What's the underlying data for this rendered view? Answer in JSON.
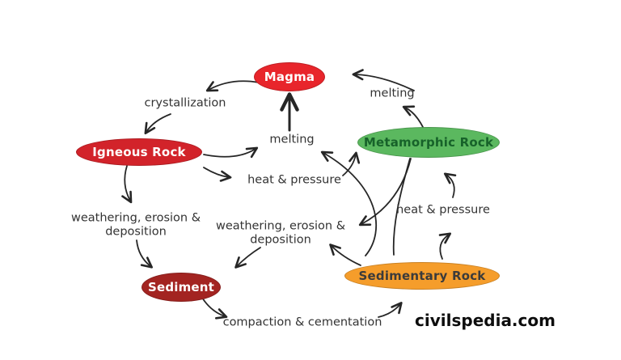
{
  "title": "Rock cycle diagram",
  "canvas": {
    "background": "#ffffff",
    "arrow_color": "#262626"
  },
  "watermark": {
    "text": "civilspedia.com"
  },
  "nodes": {
    "magma": {
      "label": "Magma",
      "fill": "#e8252b",
      "text": "#ffffff"
    },
    "igneous": {
      "label": "Igneous Rock",
      "fill": "#d2232a",
      "text": "#ffffff"
    },
    "metamorphic": {
      "label": "Metamorphic Rock",
      "fill": "#5bb85f",
      "text": "#17622a"
    },
    "sediment": {
      "label": "Sediment",
      "fill": "#a32421",
      "text": "#ffffff"
    },
    "sedimentary": {
      "label": "Sedimentary Rock",
      "fill": "#f59d2b",
      "text": "#3b3b3b"
    }
  },
  "labels": {
    "crystallization": "crystallization",
    "melting_center": "melting",
    "heat_pressure_center": "heat & pressure",
    "melting_top": "melting",
    "heat_pressure_right": "heat & pressure",
    "weathering_left_1": "weathering, erosion &",
    "weathering_left_2": "deposition",
    "weathering_center_1": "weathering, erosion &",
    "weathering_center_2": "deposition",
    "compaction": "compaction & cementation"
  },
  "edges": [
    {
      "from": "Magma",
      "to": "Igneous Rock",
      "via": "crystallization"
    },
    {
      "from": "Igneous Rock",
      "to": "Magma",
      "via": "melting"
    },
    {
      "from": "Igneous Rock",
      "to": "Metamorphic Rock",
      "via": "heat & pressure"
    },
    {
      "from": "Metamorphic Rock",
      "to": "Magma",
      "via": "melting"
    },
    {
      "from": "Igneous Rock",
      "to": "Sediment",
      "via": "weathering, erosion & deposition"
    },
    {
      "from": "Metamorphic Rock",
      "to": "Sediment",
      "via": "weathering, erosion & deposition"
    },
    {
      "from": "Sedimentary Rock",
      "to": "Sediment",
      "via": "weathering, erosion & deposition"
    },
    {
      "from": "Sediment",
      "to": "Sedimentary Rock",
      "via": "compaction & cementation"
    },
    {
      "from": "Sedimentary Rock",
      "to": "Metamorphic Rock",
      "via": "heat & pressure"
    },
    {
      "from": "Sedimentary Rock",
      "to": "Magma",
      "via": "melting"
    }
  ]
}
